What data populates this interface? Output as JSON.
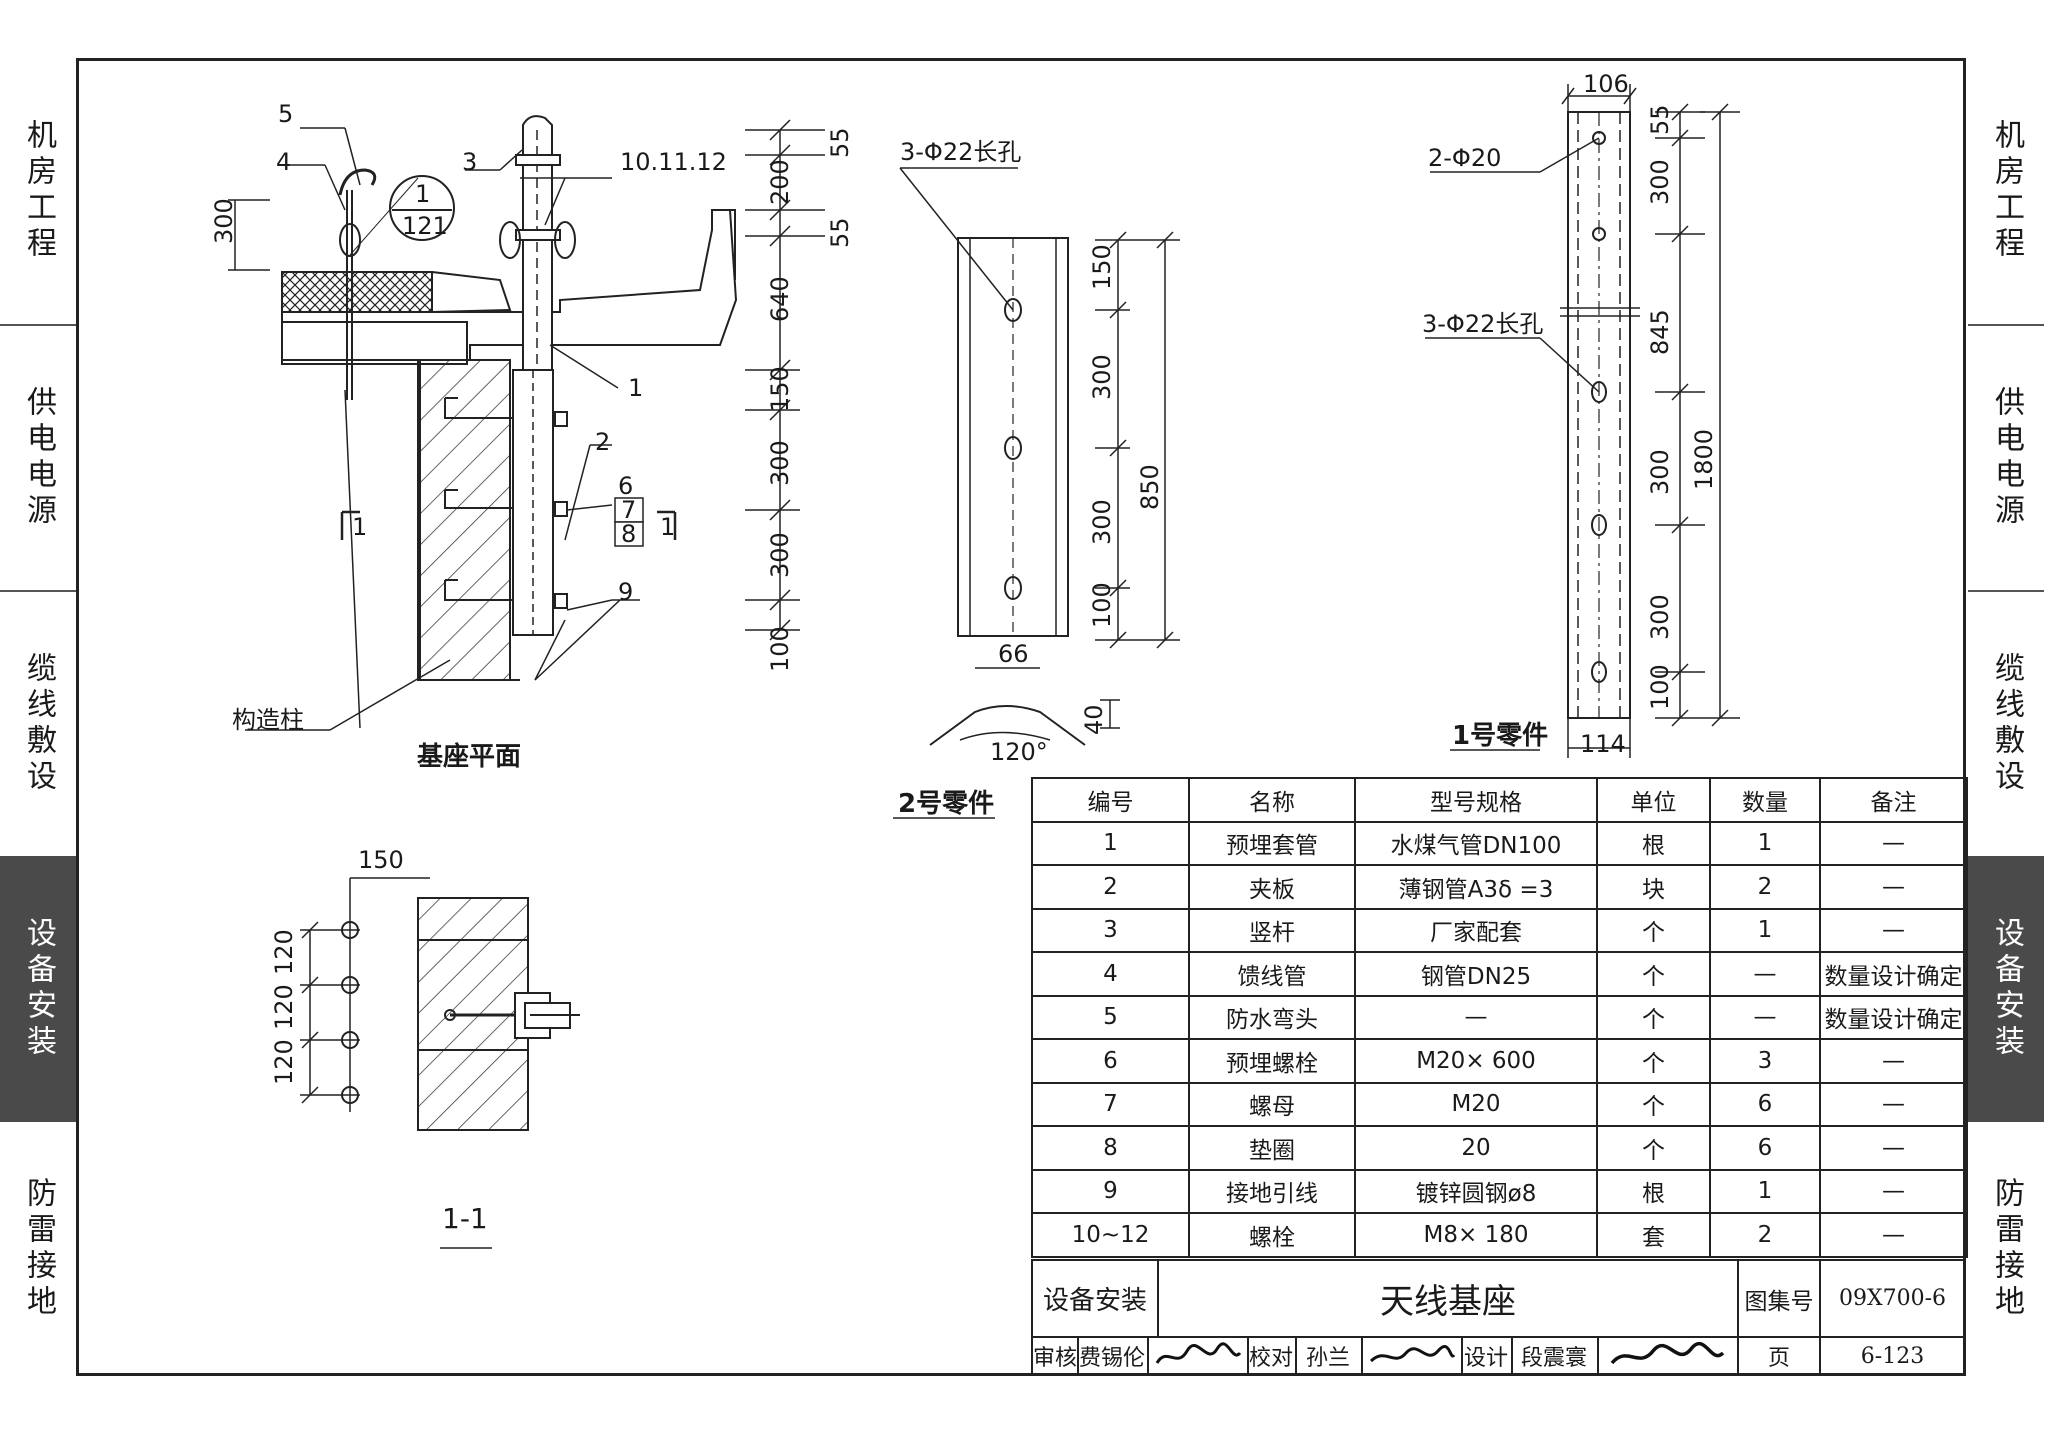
{
  "sidebar_left": [
    {
      "label": "机房工程",
      "active": false
    },
    {
      "label": "供电电源",
      "active": false
    },
    {
      "label": "缆线敷设",
      "active": false
    },
    {
      "label": "设备安装",
      "active": true
    },
    {
      "label": "防雷接地",
      "active": false
    }
  ],
  "sidebar_right": [
    {
      "label": "机房工程",
      "active": false
    },
    {
      "label": "供电电源",
      "active": false
    },
    {
      "label": "缆线敷设",
      "active": false
    },
    {
      "label": "设备安装",
      "active": true
    },
    {
      "label": "防雷接地",
      "active": false
    }
  ],
  "drawing": {
    "plan": {
      "title": "基座平面",
      "callouts": [
        "5",
        "4",
        "3",
        "10.11.12",
        "1",
        "2",
        "6",
        "7",
        "8",
        "9"
      ],
      "ref_top": "1",
      "ref_bottom": "121",
      "section_left": "1",
      "section_right": "1",
      "column_label": "构造柱",
      "left_dim": "300",
      "dims": [
        "55",
        "200",
        "55",
        "640",
        "150",
        "300",
        "300",
        "100"
      ]
    },
    "section": {
      "title": "1-1",
      "top_dim": "150",
      "dims": [
        "120",
        "120",
        "120",
        "120"
      ]
    },
    "part2": {
      "title": "2号零件",
      "hole_label": "3-Φ22长孔",
      "dims": [
        "150",
        "300",
        "300",
        "100"
      ],
      "total": "850",
      "width": "66",
      "depth": "40",
      "angle": "120°"
    },
    "part1": {
      "title": "1号零件",
      "top_width": "106",
      "bottom_width": "114",
      "hole_label_a": "2-Φ20",
      "hole_label_b": "3-Φ22长孔",
      "dims": [
        "55",
        "300",
        "845",
        "300",
        "300",
        "100"
      ],
      "total": "1800"
    }
  },
  "table": {
    "headers": [
      "编号",
      "名称",
      "型号规格",
      "单位",
      "数量",
      "备注"
    ],
    "rows": [
      [
        "1",
        "预埋套管",
        "水煤气管DN100",
        "根",
        "1",
        "—"
      ],
      [
        "2",
        "夹板",
        "薄钢管A3δ =3",
        "块",
        "2",
        "—"
      ],
      [
        "3",
        "竖杆",
        "厂家配套",
        "个",
        "1",
        "—"
      ],
      [
        "4",
        "馈线管",
        "钢管DN25",
        "个",
        "—",
        "数量设计确定"
      ],
      [
        "5",
        "防水弯头",
        "—",
        "个",
        "—",
        "数量设计确定"
      ],
      [
        "6",
        "预埋螺栓",
        "M20× 600",
        "个",
        "3",
        "—"
      ],
      [
        "7",
        "螺母",
        "M20",
        "个",
        "6",
        "—"
      ],
      [
        "8",
        "垫圈",
        "20",
        "个",
        "6",
        "—"
      ],
      [
        "9",
        "接地引线",
        "镀锌圆钢ø8",
        "根",
        "1",
        "—"
      ],
      [
        "10~12",
        "螺栓",
        "M8× 180",
        "套",
        "2",
        "—"
      ]
    ]
  },
  "title_block": {
    "category": "设备安装",
    "title": "天线基座",
    "atlas_label": "图集号",
    "atlas_no": "09X700-6",
    "page_label": "页",
    "page_no": "6-123",
    "review_label": "审核",
    "reviewer": "费锡伦",
    "check_label": "校对",
    "checker": "孙兰",
    "design_label": "设计",
    "designer": "段震寰"
  }
}
